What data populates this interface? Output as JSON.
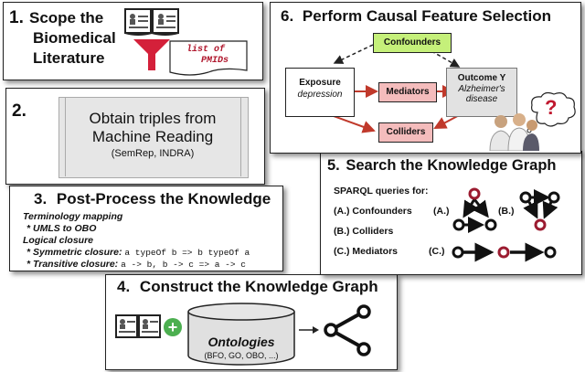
{
  "panel1": {
    "number": "1.",
    "title_line1": "Scope the",
    "title_line2": "Biomedical",
    "title_line3": "Literature",
    "note_line1": "list of",
    "note_line2": "PMIDs",
    "book_icon": "open-book-icon",
    "funnel_icon": "funnel-icon"
  },
  "panel2": {
    "number": "2.",
    "title_line1": "Obtain triples from",
    "title_line2": "Machine Reading",
    "subtitle": "(SemRep, INDRA)"
  },
  "panel3": {
    "number": "3.",
    "title": "Post-Process the Knowledge",
    "heading1": "Terminology mapping",
    "item1": "* UMLS to OBO",
    "heading2": "Logical closure",
    "item2_label": "* Symmetric closure:",
    "item2_code": "a typeOf b => b typeOf a",
    "item3_label": "* Transitive closure:",
    "item3_code": "a -> b, b -> c => a -> c"
  },
  "panel4": {
    "number": "4.",
    "title": "Construct the Knowledge Graph",
    "plus": "+",
    "db_title": "Ontologies",
    "db_subtitle": "(BFO, GO, OBO, ...)"
  },
  "panel5": {
    "number": "5.",
    "title": "Search the Knowledge Graph",
    "intro": "SPARQL queries for:",
    "q1": "(A.) Confounders",
    "q2": "(B.) Colliders",
    "q3": "(C.) Mediators",
    "tagA": "(A.)",
    "tagB": "(B.)",
    "tagC": "(C.)"
  },
  "panel6": {
    "number": "6.",
    "title": "Perform Causal Feature Selection",
    "confounders": "Confounders",
    "exposure_title": "Exposure",
    "exposure_sub": "depression",
    "outcome_title": "Outcome Y",
    "outcome_sub1": "Alzheimer's",
    "outcome_sub2": "disease",
    "mediators": "Mediators",
    "colliders": "Colliders",
    "question": "?"
  },
  "colors": {
    "confounders_fill": "#c5f07a",
    "mediators_fill": "#f4bcbc",
    "colliders_fill": "#f4bcbc",
    "outcome_fill": "#e2e2e2",
    "arrow_red": "#c0392b",
    "node_red": "#9b1b30",
    "funnel_red": "#d4203a",
    "plus_green": "#4caf50",
    "db_fill": "#e0e0e0"
  }
}
